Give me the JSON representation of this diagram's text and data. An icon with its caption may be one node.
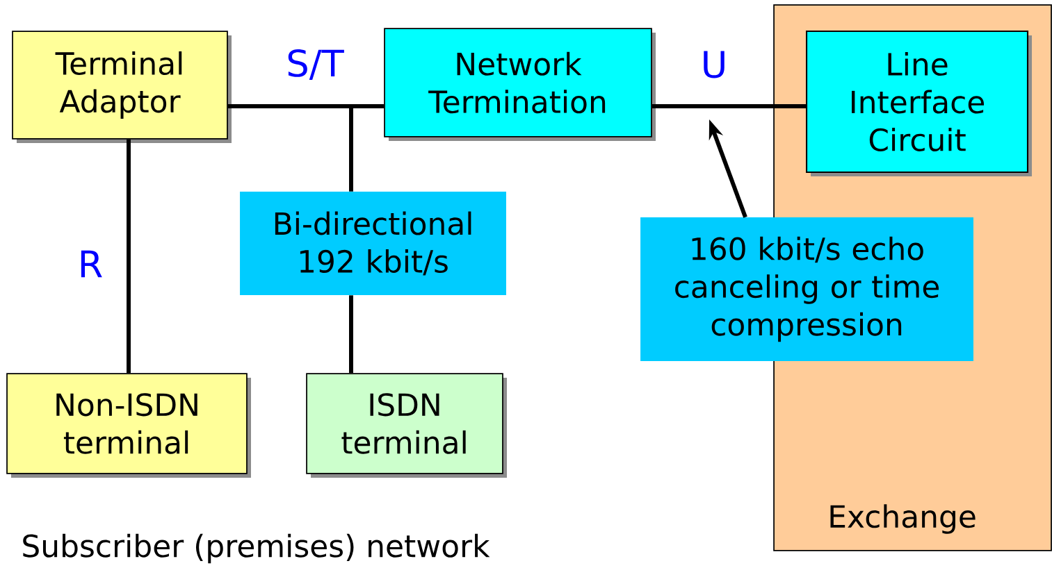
{
  "diagram": {
    "nodes": [
      {
        "text": [
          "Exchange"
        ]
      },
      {
        "text": [
          "Terminal Adaptor"
        ]
      },
      {
        "text": [
          "Network Termination"
        ]
      },
      {
        "text": [
          "Line Interface Circuit"
        ],
        "in": 0
      },
      {
        "text": [
          "Bi-directional 192 kbit/s"
        ]
      },
      {
        "text": [
          "Non-ISDN terminal"
        ]
      },
      {
        "text": [
          "ISDN terminal"
        ]
      },
      {
        "text": [
          "160 kbit/s echo canceling or time compression"
        ]
      }
    ],
    "edges": [
      {
        "from": 1,
        "to": 2,
        "arrow": "none",
        "label": "S/T"
      },
      {
        "from": 1,
        "to": 5,
        "arrow": "none",
        "label": "R"
      },
      {
        "from": 2,
        "to": 4,
        "arrow": "none"
      },
      {
        "from": 4,
        "to": 6,
        "arrow": "none"
      },
      {
        "from": 2,
        "to": 3,
        "arrow": "none",
        "label": "U"
      },
      {
        "from": 7,
        "to": null,
        "arrow": "to"
      }
    ],
    "labels": [
      "Subscriber (premises) network"
    ]
  }
}
